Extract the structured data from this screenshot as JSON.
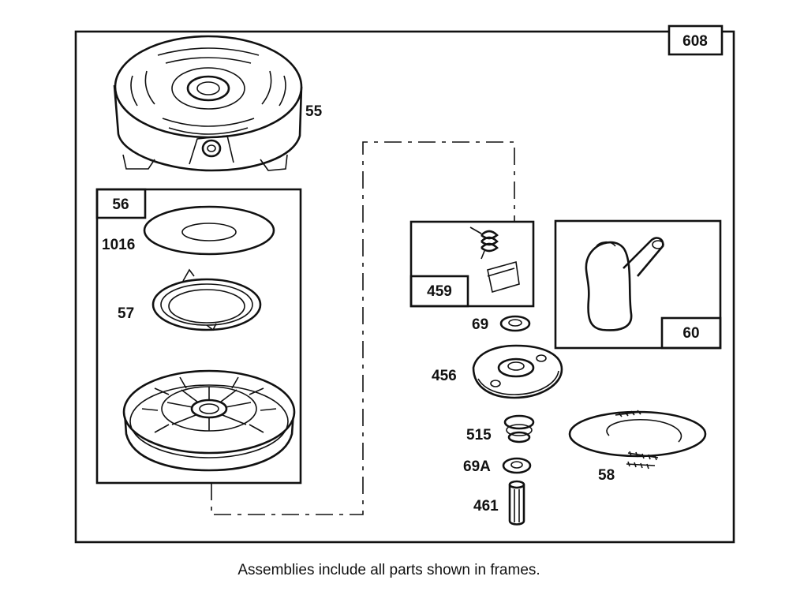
{
  "labels": {
    "kit_number": "608",
    "p55": "55",
    "p56": "56",
    "p1016": "1016",
    "p57": "57",
    "p459": "459",
    "p60": "60",
    "p69": "69",
    "p456": "456",
    "p515": "515",
    "p69a": "69A",
    "p58": "58",
    "p461": "461"
  },
  "caption": "Assemblies include all parts shown in frames."
}
